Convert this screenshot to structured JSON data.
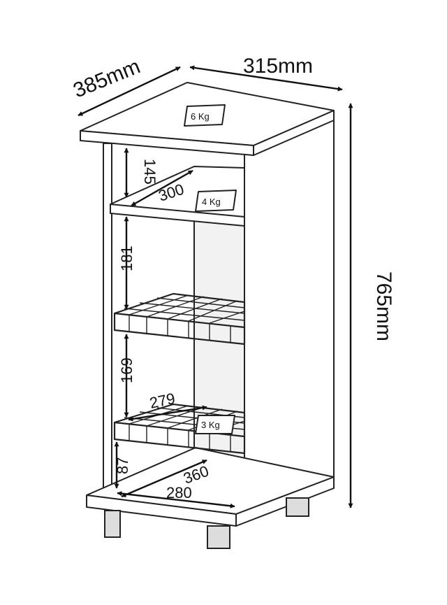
{
  "dimensions": {
    "depth": "385mm",
    "width": "315mm",
    "height": "765mm",
    "top_niche_height": "145",
    "top_shelf_depth": "300",
    "middle_gap": "181",
    "lower_gap": "169",
    "lower_rack_width": "279",
    "bottom_gap": "87",
    "base_depth": "360",
    "base_width": "280"
  },
  "load_tags": {
    "top": "6 Kg",
    "shelf": "4 Kg",
    "rack": "3 Kg"
  }
}
